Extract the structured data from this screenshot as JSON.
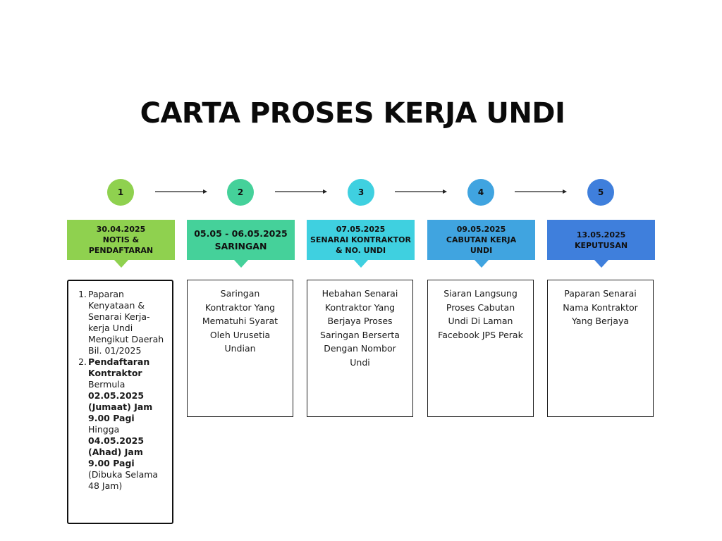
{
  "title": "CARTA PROSES KERJA UNDI",
  "steps": [
    {
      "number": "1",
      "header_lines": [
        "30.04.2025",
        "NOTIS &",
        "PENDAFTARAN"
      ],
      "color": "#8fd14f"
    },
    {
      "number": "2",
      "header_lines": [
        "05.05 - 06.05.2025",
        "SARINGAN"
      ],
      "color": "#45d19a"
    },
    {
      "number": "3",
      "header_lines": [
        "07.05.2025",
        "SENARAI KONTRAKTOR",
        "& NO. UNDI"
      ],
      "color": "#3fd0e0"
    },
    {
      "number": "4",
      "header_lines": [
        "09.05.2025",
        "CABUTAN KERJA",
        "UNDI"
      ],
      "color": "#40a4e0"
    },
    {
      "number": "5",
      "header_lines": [
        "13.05.2025",
        "KEPUTUSAN"
      ],
      "color": "#3f7fdc"
    }
  ],
  "details": {
    "step1": {
      "item1_number": "1.",
      "item1_text": "Paparan Kenyataan & Senarai Kerja-kerja Undi Mengikut Daerah Bil. 01/2025",
      "item2_number": "2.",
      "item2_part1": "Pendaftaran Kontraktor",
      "item2_part2": " Bermula ",
      "item2_part3": "02.05.2025 (Jumaat) Jam 9.00 Pagi",
      "item2_part4": " Hingga ",
      "item2_part5": "04.05.2025 (Ahad) Jam 9.00 Pagi",
      "item2_part6": " (Dibuka Selama 48 Jam)"
    },
    "step2": "Saringan Kontraktor Yang Mematuhi Syarat Oleh Urusetia Undian",
    "step3": "Hebahan Senarai Kontraktor Yang Berjaya Proses Saringan Berserta Dengan Nombor Undi",
    "step4": "Siaran Langsung Proses Cabutan Undi Di Laman Facebook JPS Perak",
    "step5": "Paparan Senarai Nama Kontraktor Yang Berjaya"
  }
}
